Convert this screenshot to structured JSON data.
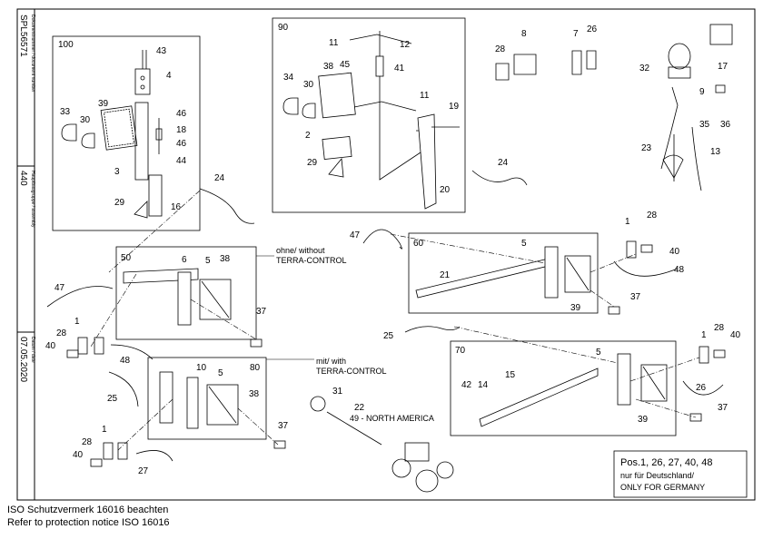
{
  "sidebar": {
    "document_number": "SPL56571",
    "document_label": "Dokumentnummer / document number",
    "assembly_group": "440",
    "assembly_label": "Hauptbaugruppe / assembly",
    "date": "07.05.2020",
    "date_label": "Datum / date"
  },
  "groups": [
    {
      "label": "100"
    },
    {
      "label": "90"
    },
    {
      "label": "50"
    },
    {
      "label": "60"
    },
    {
      "label": "80"
    },
    {
      "label": "70"
    }
  ],
  "notes": {
    "without": "ohne/ without",
    "without_sub": "TERRA-CONTROL",
    "with": "mit/ with",
    "with_sub": "TERRA-CONTROL",
    "north_america": "49 - NORTH AMERICA"
  },
  "germany_box": {
    "positions": "Pos.1, 26, 27, 40, 48",
    "german": "nur für Deutschland/",
    "english": "ONLY FOR GERMANY"
  },
  "footer": {
    "line1": "ISO Schutzvermerk 16016 beachten",
    "line2": "Refer to protection notice ISO 16016"
  },
  "callouts": {
    "g100": [
      "43",
      "4",
      "39",
      "33",
      "30",
      "46",
      "18",
      "46",
      "44",
      "3",
      "24",
      "29",
      "16"
    ],
    "g90": [
      "11",
      "12",
      "45",
      "41",
      "38",
      "34",
      "30",
      "11",
      "19",
      "2",
      "29",
      "20",
      "24"
    ],
    "top_right": [
      "28",
      "8",
      "7",
      "26",
      "32",
      "17",
      "9",
      "35",
      "36",
      "23",
      "13"
    ],
    "g50": [
      "47",
      "6",
      "5",
      "38",
      "28",
      "1",
      "40",
      "48",
      "37"
    ],
    "g60": [
      "47",
      "5",
      "1",
      "28",
      "40",
      "48",
      "21",
      "39",
      "37"
    ],
    "g80": [
      "10",
      "5",
      "25",
      "38",
      "28",
      "1",
      "40",
      "27",
      "37"
    ],
    "center": [
      "31",
      "22"
    ],
    "g70": [
      "25",
      "5",
      "42",
      "14",
      "15",
      "1",
      "28",
      "40",
      "26",
      "39",
      "37"
    ]
  }
}
